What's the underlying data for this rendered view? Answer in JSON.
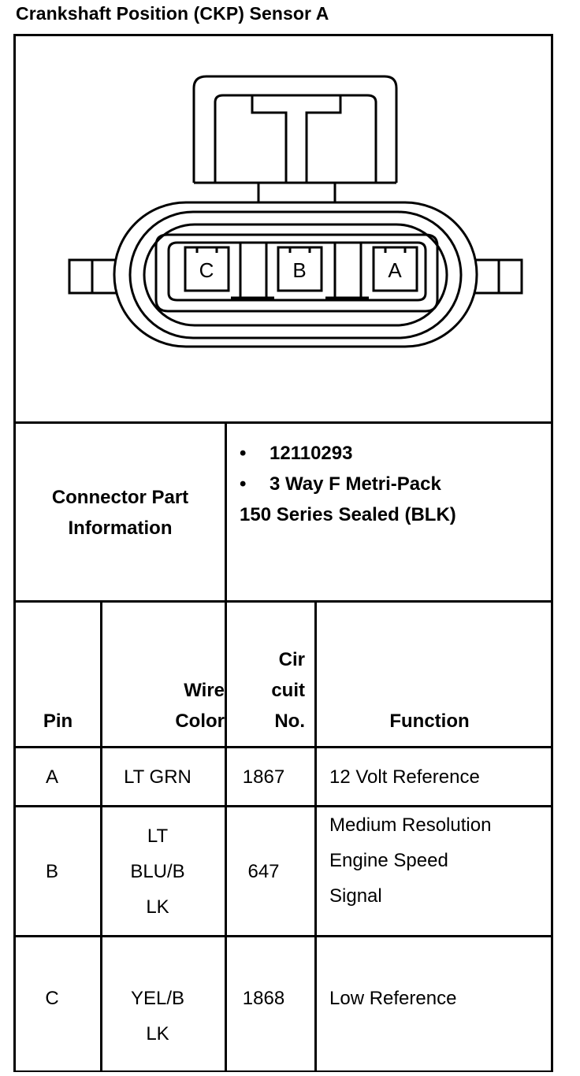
{
  "title": "Crankshaft Position (CKP) Sensor A",
  "connector": {
    "pins": [
      "C",
      "B",
      "A"
    ]
  },
  "part_info": {
    "label_line1": "Connector Part",
    "label_line2": "Information",
    "part_number": "12110293",
    "description_line1": "3 Way F Metri-Pack",
    "description_line2": "150 Series Sealed (BLK)"
  },
  "table": {
    "headers": {
      "pin": "Pin",
      "wire_color": [
        "Wire",
        "Color"
      ],
      "circuit": [
        "Cir",
        "cuit",
        "No."
      ],
      "function": "Function"
    },
    "rows": [
      {
        "pin": "A",
        "wire_color": [
          "LT GRN"
        ],
        "circuit": "1867",
        "function": [
          "12 Volt Reference"
        ]
      },
      {
        "pin": "B",
        "wire_color": [
          "LT",
          "BLU/B",
          "LK"
        ],
        "circuit": "647",
        "function": [
          "Medium Resolution",
          "Engine Speed",
          "Signal"
        ]
      },
      {
        "pin": "C",
        "wire_color": [
          "YEL/B",
          "LK"
        ],
        "circuit": "1868",
        "function": [
          "Low Reference"
        ]
      }
    ]
  }
}
